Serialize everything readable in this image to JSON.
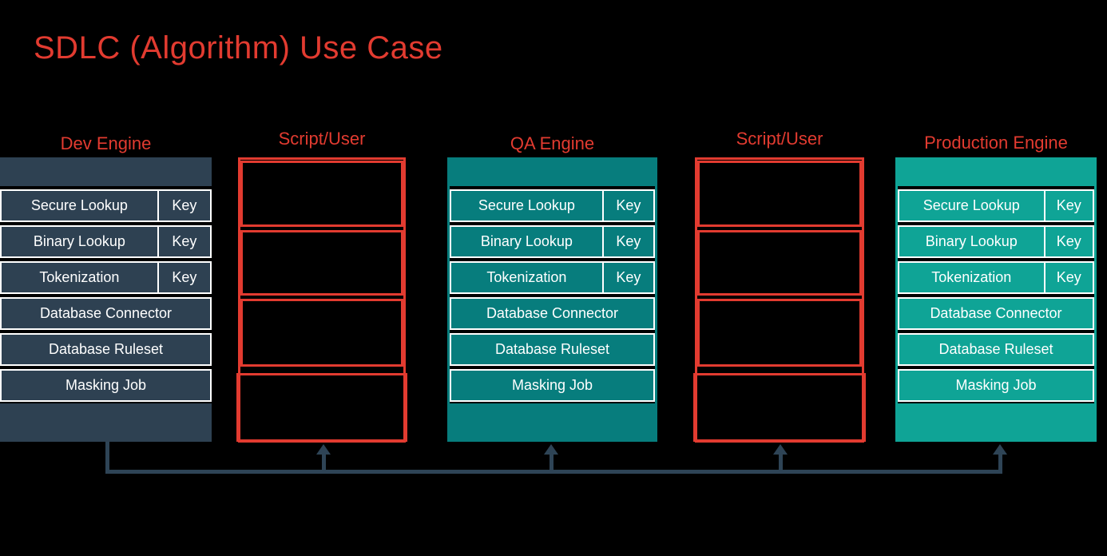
{
  "title": "SDLC (Algorithm) Use Case",
  "columns": {
    "engines": [
      {
        "name": "Dev Engine",
        "color": "#2e4152"
      },
      {
        "name": "QA Engine",
        "color": "#077d7d"
      },
      {
        "name": "Production Engine",
        "color": "#0fa496"
      }
    ],
    "script_user": [
      {
        "label": "Script/User"
      },
      {
        "label": "Script/User"
      }
    ]
  },
  "engine_rows": [
    {
      "label": "Secure Lookup",
      "key": "Key"
    },
    {
      "label": "Binary Lookup",
      "key": "Key"
    },
    {
      "label": "Tokenization",
      "key": "Key"
    },
    {
      "label": "Database Connector"
    },
    {
      "label": "Database Ruleset"
    },
    {
      "label": "Masking Job"
    }
  ],
  "colors": {
    "background": "#000000",
    "accent_red": "#e23b30",
    "dev_slate": "#2e4152",
    "qa_teal": "#077d7d",
    "prod_teal": "#0fa496",
    "connector": "#2e4456",
    "row_text": "#ffffff"
  }
}
